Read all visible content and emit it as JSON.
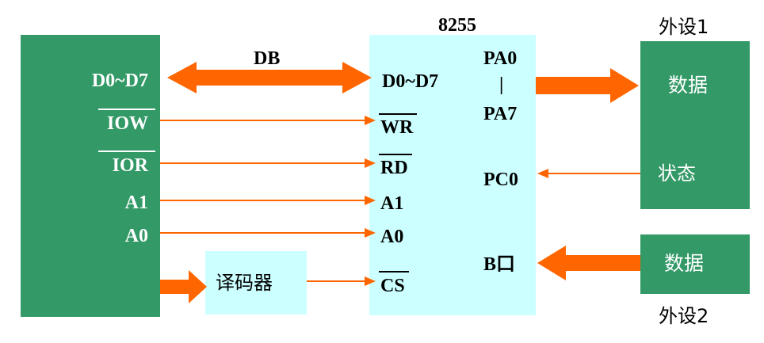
{
  "cpu": {
    "pins": {
      "data_bus": "D0~D7",
      "iow": "IOW",
      "ior": "IOR",
      "a1": "A1",
      "a0": "A0"
    }
  },
  "chip": {
    "title": "8255",
    "left_pins": {
      "data_bus": "D0~D7",
      "wr": "WR",
      "rd": "RD",
      "a1": "A1",
      "a0": "A0",
      "cs": "CS"
    },
    "right_pins": {
      "pa0": "PA0",
      "pa_sep": "|",
      "pa7": "PA7",
      "pc0": "PC0",
      "port_b": "B口"
    }
  },
  "bus_label": "DB",
  "decoder_label": "译码器",
  "peripheral1": {
    "title": "外设1",
    "data_label": "数据",
    "status_label": "状态"
  },
  "peripheral2": {
    "title": "外设2",
    "data_label": "数据"
  },
  "colors": {
    "block_green": "#339966",
    "chip_cyan": "#ccffff",
    "arrow_orange": "#ff6600"
  }
}
